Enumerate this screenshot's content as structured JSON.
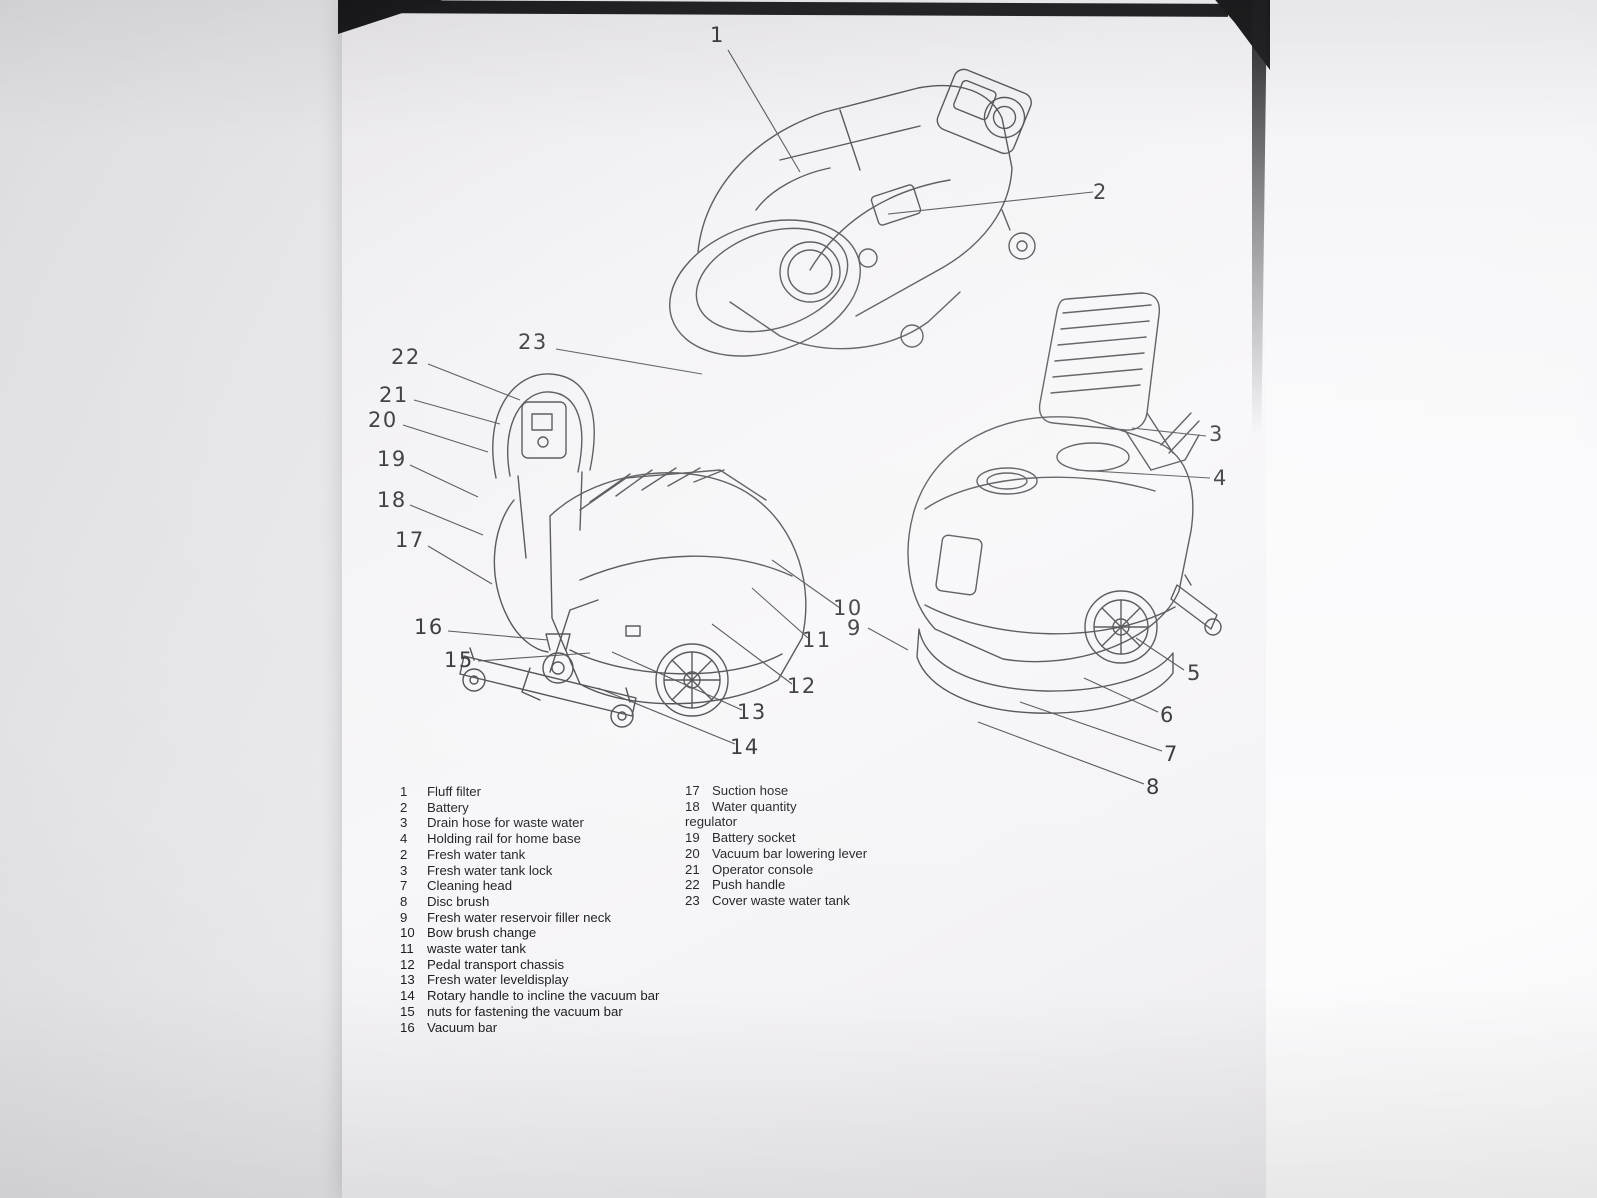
{
  "callouts": {
    "c1": "1",
    "c2": "2",
    "c3": "3",
    "c4": "4",
    "c5": "5",
    "c6": "6",
    "c7": "7",
    "c8": "8",
    "c9": "9",
    "c10": "10",
    "c11": "11",
    "c12": "12",
    "c13": "13",
    "c14": "14",
    "c15": "15",
    "c16": "16",
    "c17": "17",
    "c18": "18",
    "c19": "19",
    "c20": "20",
    "c21": "21",
    "c22": "22",
    "c23": "23"
  },
  "legend": {
    "left": [
      {
        "num": "1",
        "text": "Fluff filter"
      },
      {
        "num": "2",
        "text": "Battery"
      },
      {
        "num": "3",
        "text": "Drain hose for waste water"
      },
      {
        "num": "4",
        "text": "Holding rail for home base"
      },
      {
        "num": "2",
        "text": "Fresh water tank"
      },
      {
        "num": "3",
        "text": "Fresh water tank lock"
      },
      {
        "num": "7",
        "text": "Cleaning head"
      },
      {
        "num": "8",
        "text": "Disc brush"
      },
      {
        "num": "9",
        "text": "Fresh water reservoir filler neck"
      },
      {
        "num": "10",
        "text": "Bow brush change"
      },
      {
        "num": "11",
        "text": "waste water tank"
      },
      {
        "num": "12",
        "text": "Pedal transport chassis"
      },
      {
        "num": "13",
        "text": "Fresh water leveldisplay"
      },
      {
        "num": "14",
        "text": "Rotary handle to incline the vacuum bar"
      },
      {
        "num": "15",
        "text": "nuts for fastening the vacuum bar"
      },
      {
        "num": "16",
        "text": "Vacuum bar"
      }
    ],
    "right": [
      {
        "num": "17",
        "text": "Suction hose"
      },
      {
        "num": "18",
        "text": "Water quantity"
      },
      {
        "num": "",
        "text": "regulator"
      },
      {
        "num": "19",
        "text": "Battery socket"
      },
      {
        "num": "20",
        "text": "Vacuum bar lowering lever"
      },
      {
        "num": "21",
        "text": "Operator console"
      },
      {
        "num": "22",
        "text": "Push handle"
      },
      {
        "num": "23",
        "text": "Cover waste water tank"
      }
    ]
  },
  "colors": {
    "paper": "#f4f3f6",
    "backdrop": "#e9e9ed",
    "line_art": "#45454a",
    "ink": "#1e1e22",
    "photo_crop_dark": "#121214"
  }
}
